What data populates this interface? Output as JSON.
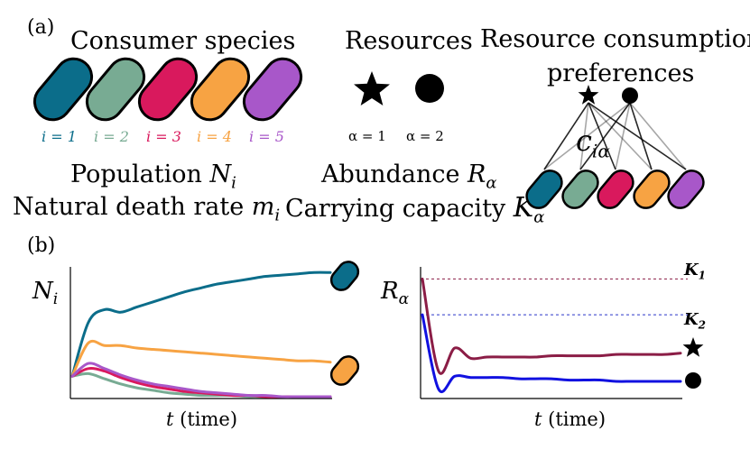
{
  "panel_a": {
    "label": "(a)",
    "consumer": {
      "title": "Consumer species",
      "species": [
        {
          "label": "i = 1",
          "color": "#0b6d8a"
        },
        {
          "label": "i = 2",
          "color": "#78ab93"
        },
        {
          "label": "i = 3",
          "color": "#d9195d"
        },
        {
          "label": "i = 4",
          "color": "#f7a343"
        },
        {
          "label": "i = 5",
          "color": "#a857c9"
        }
      ],
      "population_text": "Population",
      "population_symbol": "N",
      "population_sub": "i",
      "death_text": "Natural death rate",
      "death_symbol": "m",
      "death_sub": "i"
    },
    "resources": {
      "title": "Resources",
      "items": [
        {
          "label": "α = 1",
          "icon": "star-icon"
        },
        {
          "label": "α = 2",
          "icon": "circle-icon"
        }
      ],
      "abundance_text": "Abundance",
      "abundance_symbol": "R",
      "abundance_sub": "α",
      "capacity_text": "Carrying capacity",
      "capacity_symbol": "K",
      "capacity_sub": "α"
    },
    "preferences": {
      "title_line1": "Resource consumption",
      "title_line2": "preferences",
      "symbol": "c",
      "symbol_sub": "iα"
    }
  },
  "panel_b": {
    "label": "(b)"
  },
  "chart_data": [
    {
      "type": "line",
      "ylabel_symbol": "N",
      "ylabel_sub": "i",
      "xlabel_symbol": "t",
      "xlabel_text": "(time)",
      "series": [
        {
          "color": "#0b6d8a",
          "values": [
            0.16,
            0.58,
            0.68,
            0.66,
            0.7,
            0.74,
            0.78,
            0.82,
            0.85,
            0.88,
            0.9,
            0.92,
            0.94,
            0.95,
            0.96,
            0.97,
            0.97
          ]
        },
        {
          "color": "#78ab93",
          "values": [
            0.16,
            0.18,
            0.14,
            0.1,
            0.07,
            0.05,
            0.03,
            0.02,
            0.01,
            0.01,
            0.01,
            0.0,
            0.0,
            0.0,
            0.0,
            0.0,
            0.0
          ]
        },
        {
          "color": "#d9195d",
          "values": [
            0.16,
            0.22,
            0.2,
            0.15,
            0.11,
            0.08,
            0.06,
            0.04,
            0.03,
            0.02,
            0.01,
            0.01,
            0.0,
            0.0,
            0.0,
            0.0,
            0.0
          ]
        },
        {
          "color": "#f7a343",
          "values": [
            0.16,
            0.42,
            0.4,
            0.4,
            0.38,
            0.37,
            0.36,
            0.35,
            0.34,
            0.33,
            0.32,
            0.31,
            0.3,
            0.29,
            0.28,
            0.28,
            0.27
          ]
        },
        {
          "color": "#a857c9",
          "values": [
            0.16,
            0.26,
            0.22,
            0.17,
            0.13,
            0.1,
            0.08,
            0.06,
            0.04,
            0.03,
            0.02,
            0.01,
            0.01,
            0.0,
            0.0,
            0.0,
            0.0
          ]
        }
      ]
    },
    {
      "type": "line",
      "ylabel_symbol": "R",
      "ylabel_sub": "α",
      "xlabel_symbol": "t",
      "xlabel_text": "(time)",
      "reference_lines": [
        {
          "label_symbol": "K",
          "label_sub": "1",
          "value": 0.92,
          "color": "#8b1d46"
        },
        {
          "label_symbol": "K",
          "label_sub": "2",
          "value": 0.64,
          "color": "#2a36c9"
        }
      ],
      "series": [
        {
          "color": "#8b1d46",
          "values": [
            0.92,
            0.2,
            0.38,
            0.3,
            0.31,
            0.31,
            0.31,
            0.31,
            0.32,
            0.32,
            0.32,
            0.32,
            0.33,
            0.33,
            0.33,
            0.33,
            0.34
          ]
        },
        {
          "color": "#1111e0",
          "values": [
            0.64,
            0.06,
            0.16,
            0.15,
            0.15,
            0.15,
            0.14,
            0.14,
            0.14,
            0.13,
            0.13,
            0.13,
            0.12,
            0.12,
            0.12,
            0.12,
            0.12
          ]
        }
      ]
    }
  ]
}
